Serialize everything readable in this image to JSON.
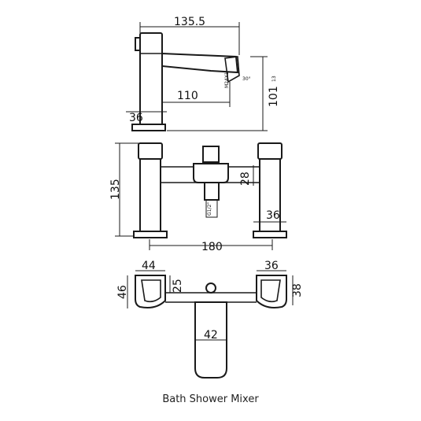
{
  "caption": "Bath Shower Mixer",
  "side_view": {
    "dims": {
      "overall_reach": "135.5",
      "spout_reach": "110",
      "base_width": "36",
      "height": "101"
    },
    "notes": {
      "thread": "M24X1",
      "angle": "30°",
      "small": "13"
    }
  },
  "front_view": {
    "dims": {
      "height": "135",
      "spacing": "180",
      "valve_height": "28",
      "base_width": "36"
    },
    "notes": {
      "thread": "G1/2\""
    }
  },
  "plan_view": {
    "dims": {
      "left_width": "44",
      "left_depth": "46",
      "offset": "25",
      "spout_width": "42",
      "right_width": "36",
      "right_depth": "38"
    }
  }
}
